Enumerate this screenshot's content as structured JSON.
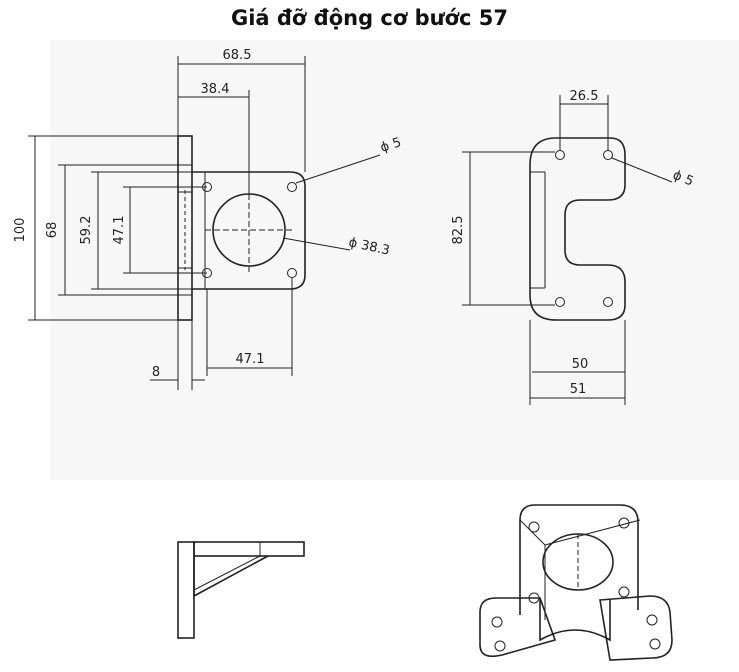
{
  "title": "Giá đỡ động cơ bước 57",
  "front_view": {
    "dims": {
      "width_total": "68.5",
      "width_hole": "38.4",
      "height_total": "100",
      "height_plate": "68",
      "height_59": "59.2",
      "height_47": "47.1",
      "hole_dia": "ϕ 5",
      "center_dia": "ϕ 38.3",
      "thickness": "8",
      "bottom_47": "47.1"
    }
  },
  "side_view": {
    "dims": {
      "top_spacing": "26.5",
      "height": "82.5",
      "hole_dia": "ϕ 5",
      "width_50": "50",
      "width_51": "51"
    }
  }
}
